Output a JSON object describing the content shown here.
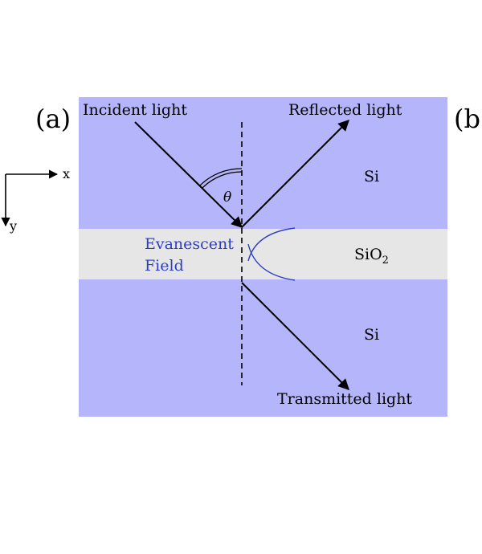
{
  "panel_labels": {
    "a": "(a)",
    "b": "(b"
  },
  "axes": {
    "x_label": "x",
    "y_label": "y"
  },
  "rays": {
    "incident": "Incident light",
    "reflected": "Reflected light",
    "transmitted": "Transmitted light"
  },
  "angle_symbol": "θ",
  "layers": {
    "top": "Si",
    "middle_base": "SiO",
    "middle_subscript": "2",
    "bottom": "Si"
  },
  "evanescent": {
    "line1": "Evanescent",
    "line2": "Field"
  },
  "colors": {
    "si": "#b5b5fb",
    "sio2": "#e6e6e6",
    "evanescent": "#2c3ec9",
    "line": "#000000"
  }
}
